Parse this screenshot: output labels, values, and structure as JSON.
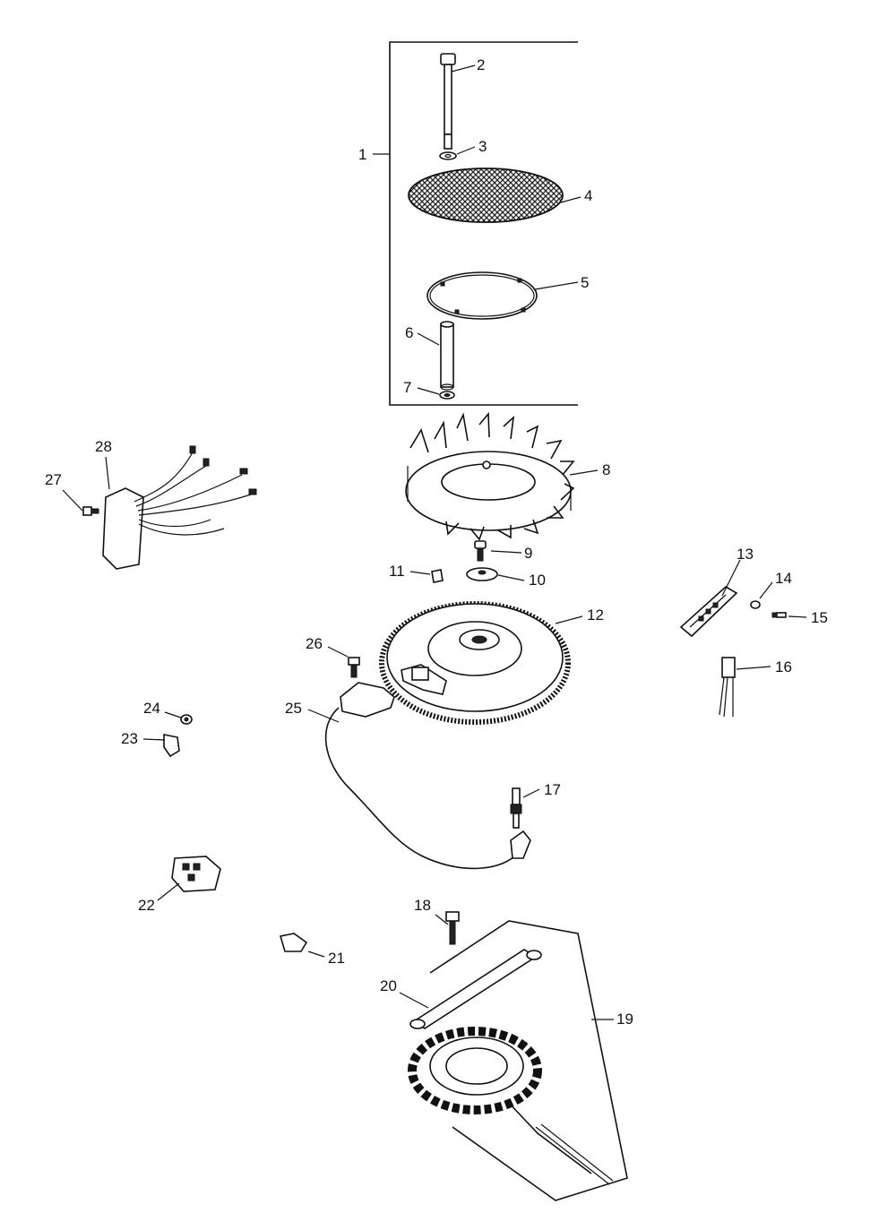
{
  "diagram": {
    "labels": [
      "1",
      "2",
      "3",
      "4",
      "5",
      "6",
      "7",
      "8",
      "9",
      "10",
      "11",
      "12",
      "13",
      "14",
      "15",
      "16",
      "17",
      "18",
      "19",
      "20",
      "21",
      "22",
      "23",
      "24",
      "25",
      "26",
      "27",
      "28"
    ],
    "colors": {
      "ink": "#111111",
      "paper": "#ffffff"
    }
  }
}
